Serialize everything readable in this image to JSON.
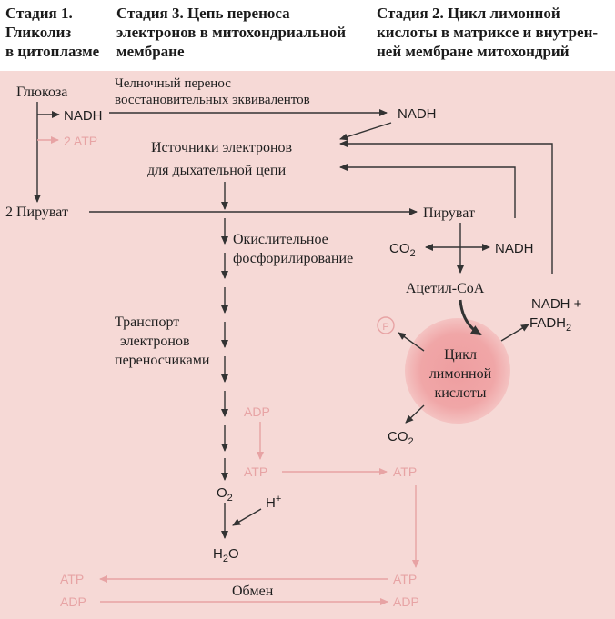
{
  "headers": {
    "stage1": "Стадия 1.\nГликолиз\nв цитоплазме",
    "stage3": "Стадия 3. Цепь переноса\nэлектронов в митохондриальной\nмембране",
    "stage2": "Стадия 2. Цикл лимонной\nкислоты в матриксе и внутрен-\nней мембране митохондрий"
  },
  "labels": {
    "glucose": "Глюкоза",
    "nadh_left": "NADH",
    "atp_2": "2 ATP",
    "pyruvate_2": "2 Пируват",
    "shuttle_1": "Челночный перенос",
    "shuttle_2": "восстановительных эквивалентов",
    "nadh_top": "NADH",
    "sources_1": "Источники электронов",
    "sources_2": "для дыхательной цепи",
    "pyruvate": "Пируват",
    "co2_a": "CO",
    "co2_a_sub": "2",
    "nadh_mid": "NADH",
    "acetyl_coa": "Ацетил-CoA",
    "nadh_fadh_1": "NADH +",
    "nadh_fadh_2": "FADH",
    "fadh_sub": "2",
    "phosphate": "P",
    "cycle_1": "Цикл",
    "cycle_2": "лимонной",
    "cycle_3": "кислоты",
    "co2_b": "CO",
    "co2_b_sub": "2",
    "oxphos_1": "Окислительное",
    "oxphos_2": "фосфорилирование",
    "transport_1": "Транспорт",
    "transport_2": "электронов",
    "transport_3": "переносчиками",
    "adp_mid": "ADP",
    "atp_mid": "ATP",
    "atp_right": "ATP",
    "o2": "O",
    "o2_sub": "2",
    "h_plus": "H",
    "h_sup": "+",
    "h2o_h": "H",
    "h2o_sub": "2",
    "h2o_o": "O",
    "atp_bl": "ATP",
    "adp_bl": "ADP",
    "exchange": "Обмен",
    "atp_br": "ATP",
    "adp_br": "ADP"
  },
  "colors": {
    "panel": "#f6d9d6",
    "ink": "#1e1e1e",
    "faint_arrow": "#e7a3a4",
    "cycle_circle": "#ee9ea0"
  }
}
